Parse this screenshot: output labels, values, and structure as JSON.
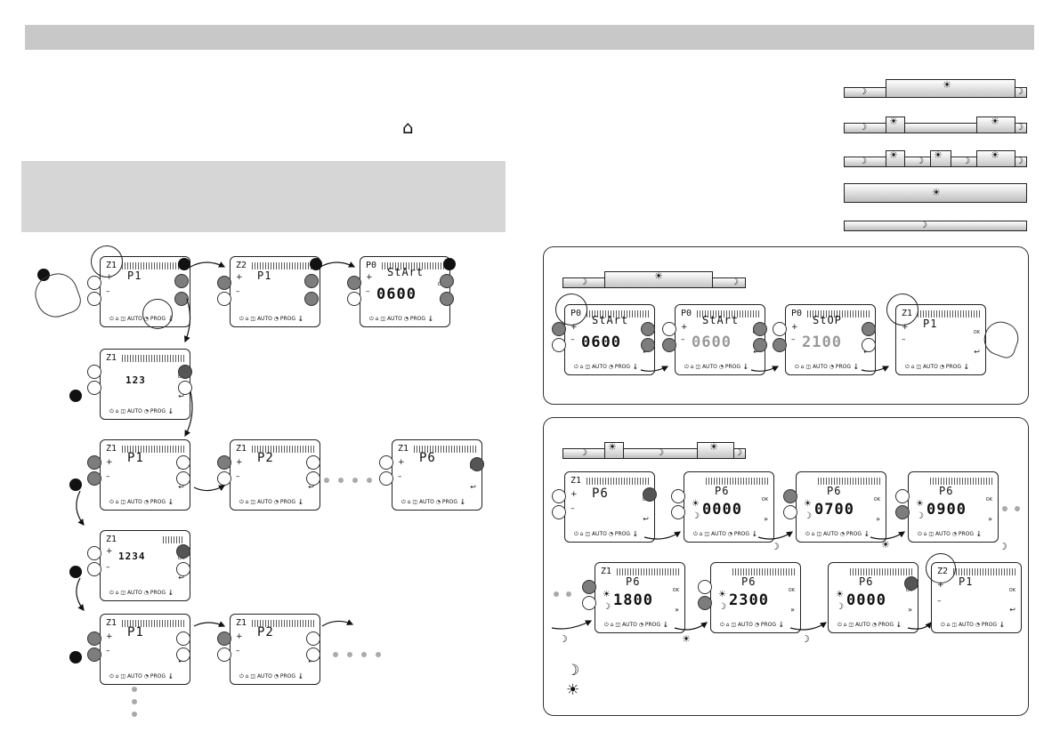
{
  "symbols": {
    "house": "⌂",
    "sun": "☀",
    "moon": "☽",
    "arrow": "→",
    "return": "↩",
    "ff": "»"
  },
  "device": {
    "ok": "OK",
    "plus": "+",
    "minus": "–",
    "icons": "⏻ ⌂ ◫ AUTO ◔ PROG 🌡"
  },
  "left_flow": {
    "d1": {
      "zone": "Z1",
      "mid": "P1"
    },
    "d2": {
      "zone": "Z2",
      "mid": "P1"
    },
    "d3": {
      "zone": "P0",
      "mid": "StArt",
      "big": "0600"
    },
    "d4": {
      "zone": "Z1",
      "mid": "123"
    },
    "d5": {
      "zone": "Z1",
      "mid": "P1"
    },
    "d6": {
      "zone": "Z1",
      "mid": "P2"
    },
    "d7": {
      "zone": "Z1",
      "mid": "P6"
    },
    "d8": {
      "zone": "Z1",
      "mid": "1234"
    },
    "d9": {
      "zone": "Z1",
      "mid": "P1"
    },
    "d10": {
      "zone": "Z1",
      "mid": "P2"
    }
  },
  "panel1": {
    "d1": {
      "zone": "P0",
      "mid": "StArt",
      "big": "0600"
    },
    "d2": {
      "zone": "P0",
      "mid": "StArt",
      "big": "0600"
    },
    "d3": {
      "zone": "P0",
      "mid": "StOP",
      "big": "2100"
    },
    "d4": {
      "zone": "Z1",
      "mid": "P1"
    }
  },
  "panel2": {
    "d1": {
      "zone": "Z1",
      "mid": "P6"
    },
    "d2": {
      "zone": "",
      "mid": "P6",
      "big": "0000"
    },
    "d3": {
      "zone": "",
      "mid": "P6",
      "big": "0700"
    },
    "d4": {
      "zone": "",
      "mid": "P6",
      "big": "0900"
    },
    "d5": {
      "zone": "Z1",
      "mid": "P6",
      "big": "1800"
    },
    "d6": {
      "zone": "",
      "mid": "P6",
      "big": "2300"
    },
    "d7": {
      "zone": "",
      "mid": "P6",
      "big": "0000"
    },
    "d8": {
      "zone": "Z2",
      "mid": "P1"
    }
  }
}
